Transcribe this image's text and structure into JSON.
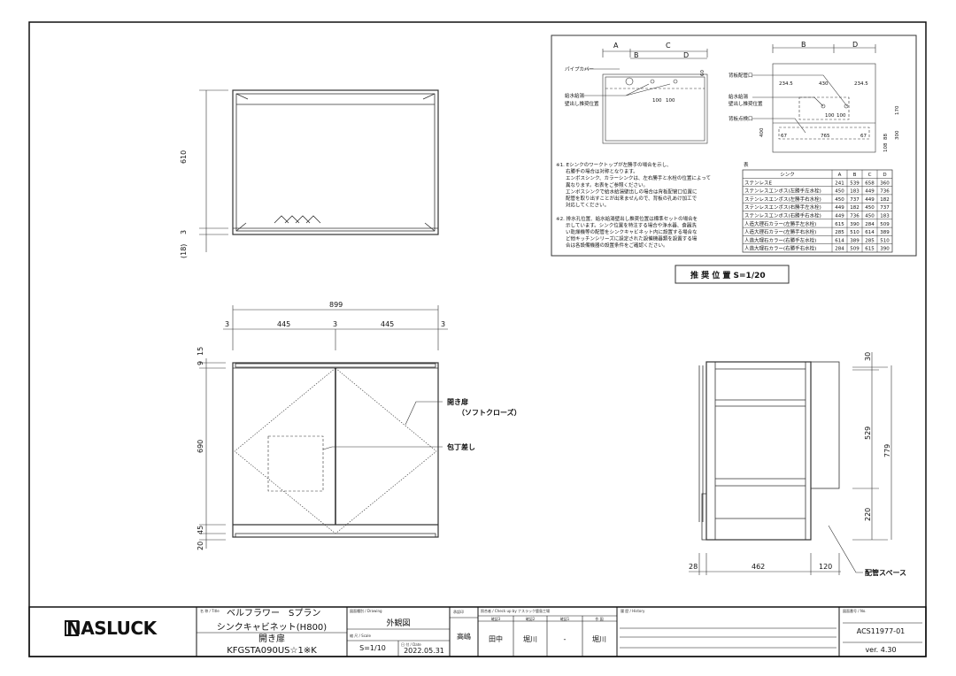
{
  "plan_view": {
    "dims": {
      "depth": "610",
      "gap": "3",
      "bottom": "(18)"
    }
  },
  "front_view": {
    "dims": {
      "total": "899",
      "edge_left": "3",
      "door_left": "445",
      "center_gap": "3",
      "door_right": "445",
      "edge_right": "3",
      "top_a": "9",
      "top_b": "15",
      "height": "690",
      "base": "45",
      "plinth": "20"
    },
    "callouts": {
      "door": "開き扉",
      "door_sub": "（ソフトクローズ）",
      "knife": "包丁差し"
    }
  },
  "side_view": {
    "dims": {
      "top": "30",
      "upper": "529",
      "total": "779",
      "lower": "220",
      "front": "28",
      "depth": "462",
      "rear": "120"
    },
    "callouts": {
      "pipe_space": "配管スペース"
    }
  },
  "recommend_panel": {
    "plan": {
      "dims": {
        "A": "A",
        "B": "B",
        "C": "C",
        "D": "D",
        "v": "60",
        "p1": "100",
        "p2": "100"
      },
      "labels": {
        "pipe_cover": "パイプカバー",
        "water": "給水給湯",
        "water2": "壁出し推奨位置"
      }
    },
    "back": {
      "dims": {
        "B": "B",
        "D": "D",
        "l": "234.5",
        "m": "430",
        "r": "234.5",
        "p1": "100",
        "p2": "100",
        "a": "67",
        "b": "765",
        "c": "67",
        "h400": "400",
        "h170": "170",
        "h88": "88",
        "h300": "300",
        "h108": "108"
      },
      "labels": {
        "pipe_port": "背板配管口",
        "water": "給水給湯",
        "water2": "壁出し推奨位置",
        "inspect": "背板点検口"
      }
    },
    "notes": [
      "※1. Eシンクのワークトップが左勝手の場合を示し、",
      "　　右勝手の場合は対称となります。",
      "　　エンボスシンク、カラーシンクは、左右勝手と水栓の位置によって",
      "　　異なります。右表をご参照ください。",
      "　　エンボスシンクで給水給湯壁出しの場合は背板配管口位置に",
      "　　配管を取り出すことが出来ませんので、背板の孔あけ加工で",
      "　　対応してください。",
      "",
      "※2. 排水孔位置、給水給湯壁出し推奨位置は標準セットの場合を",
      "　　示しています。シンク位置を特注する場合や浄水器、食器洗",
      "　　い乾燥機等の配管をシンクキャビネット内に設置する場合な",
      "　　ど他キッチンシリーズに設定された設備機器類を設置する場",
      "　　合は各設備機器の設置条件をご確認ください。"
    ],
    "table": {
      "caption": "表",
      "headers": [
        "シンク",
        "A",
        "B",
        "C",
        "D"
      ],
      "rows": [
        [
          "ステンレスE",
          "241",
          "539",
          "658",
          "360"
        ],
        [
          "ステンレスエンボス(左勝手左水栓)",
          "450",
          "183",
          "449",
          "736"
        ],
        [
          "ステンレスエンボス(左勝手右水栓)",
          "450",
          "737",
          "449",
          "182"
        ],
        [
          "ステンレスエンボス(右勝手左水栓)",
          "449",
          "182",
          "450",
          "737"
        ],
        [
          "ステンレスエンボス(右勝手右水栓)",
          "449",
          "736",
          "450",
          "183"
        ],
        [
          "人造大理石カラー(左勝手左水栓)",
          "615",
          "390",
          "284",
          "509"
        ],
        [
          "人造大理石カラー(左勝手右水栓)",
          "285",
          "510",
          "614",
          "389"
        ],
        [
          "人造大理石カラー(右勝手左水栓)",
          "614",
          "389",
          "285",
          "510"
        ],
        [
          "人造大理石カラー(右勝手右水栓)",
          "284",
          "509",
          "615",
          "390"
        ]
      ]
    },
    "scale_label": "推 奨 位 置  S=1/20"
  },
  "title_block": {
    "logo": "NASLUCK",
    "title_label": "名 称 / Title",
    "title_line1": "ベルフラワー　Sプラン",
    "title_line2": "シンクキャビネット(H800)",
    "title_line3": "開き扉",
    "title_line4": "KFGSTA090US☆1※K",
    "drawing_label": "図面種別 / Drawing",
    "drawing": "外観図",
    "scale_label": "縮 尺 / Scale",
    "scale": "S=1/10",
    "date_label": "日 付 / Date",
    "date": "2022.05.31",
    "approve_label": "承認印",
    "approver": "高嶋",
    "check_label": "照合者 / Check up by ナスラック鹿島工場",
    "check_cols": [
      "確認3",
      "確認2",
      "確認1",
      "作 図"
    ],
    "check_vals": [
      "田中",
      "堀川",
      "-",
      "堀川"
    ],
    "history_label": "履 歴 / History",
    "no_label": "図面番号 / No.",
    "number": "ACS11977-01",
    "version": "ver. 4.30"
  }
}
